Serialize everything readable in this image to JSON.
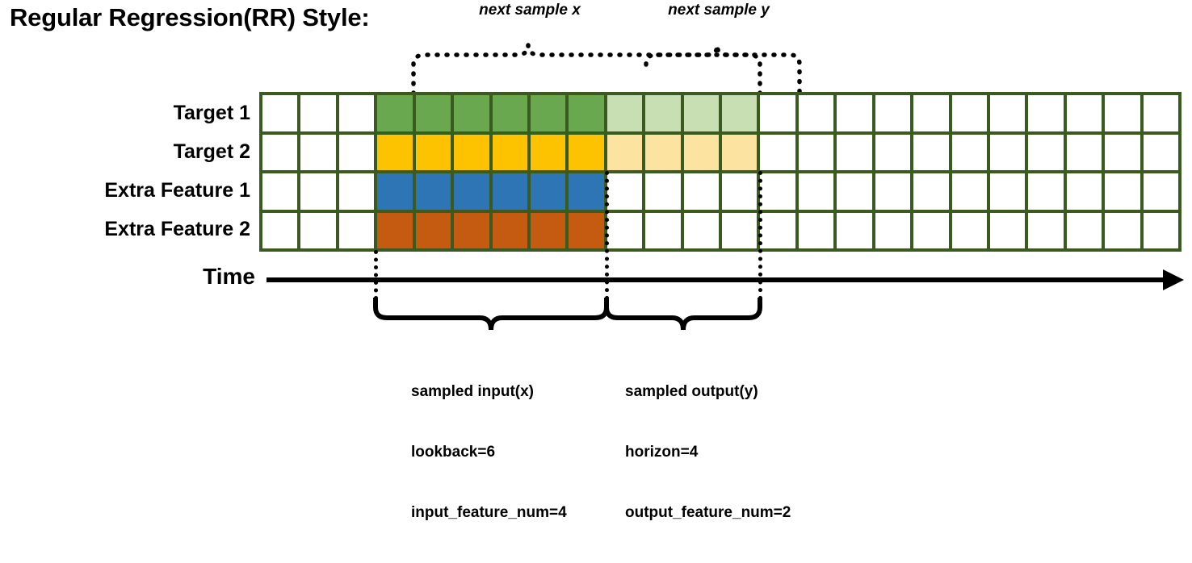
{
  "title": "Regular Regression(RR) Style:",
  "top_annotations": {
    "next_sample_x": "next sample x",
    "next_sample_y": "next sample y"
  },
  "rows": [
    {
      "label": "Target 1",
      "color": "#6aa84f",
      "light_color": "#c7dfb3"
    },
    {
      "label": "Target 2",
      "color": "#fdc300",
      "light_color": "#fde3a0"
    },
    {
      "label": "Extra Feature 1",
      "color": "#2e75b6",
      "light_color": null
    },
    {
      "label": "Extra Feature 2",
      "color": "#c55a11",
      "light_color": null
    }
  ],
  "axis": {
    "label": "Time",
    "direction": "right"
  },
  "captions": {
    "input": {
      "line1": "sampled input(x)",
      "line2": "lookback=6",
      "line3": "input_feature_num=4"
    },
    "output": {
      "line1": "sampled output(y)",
      "line2": "horizon=4",
      "line3": "output_feature_num=2"
    }
  },
  "chart_data": {
    "type": "heatmap",
    "title": "Regular Regression(RR) Style:",
    "description": "Timeline grid of 24 time steps by 4 feature rows showing a 6-step sampled input window followed by a 4-step sampled output window.",
    "total_columns": 24,
    "row_names": [
      "Target 1",
      "Target 2",
      "Extra Feature 1",
      "Extra Feature 2"
    ],
    "lookback": 6,
    "horizon": 4,
    "input_feature_num": 4,
    "output_feature_num": 2,
    "input_start_column": 4,
    "input_end_column": 9,
    "output_start_column": 10,
    "output_end_column": 13,
    "cell_fill": [
      [
        "empty",
        "empty",
        "empty",
        "input",
        "input",
        "input",
        "input",
        "input",
        "input",
        "output",
        "output",
        "output",
        "output",
        "empty",
        "empty",
        "empty",
        "empty",
        "empty",
        "empty",
        "empty",
        "empty",
        "empty",
        "empty",
        "empty"
      ],
      [
        "empty",
        "empty",
        "empty",
        "input",
        "input",
        "input",
        "input",
        "input",
        "input",
        "output",
        "output",
        "output",
        "output",
        "empty",
        "empty",
        "empty",
        "empty",
        "empty",
        "empty",
        "empty",
        "empty",
        "empty",
        "empty",
        "empty"
      ],
      [
        "empty",
        "empty",
        "empty",
        "input",
        "input",
        "input",
        "input",
        "input",
        "input",
        "empty",
        "empty",
        "empty",
        "empty",
        "empty",
        "empty",
        "empty",
        "empty",
        "empty",
        "empty",
        "empty",
        "empty",
        "empty",
        "empty",
        "empty"
      ],
      [
        "empty",
        "empty",
        "empty",
        "input",
        "input",
        "input",
        "input",
        "input",
        "input",
        "empty",
        "empty",
        "empty",
        "empty",
        "empty",
        "empty",
        "empty",
        "empty",
        "empty",
        "empty",
        "empty",
        "empty",
        "empty",
        "empty",
        "empty"
      ]
    ],
    "colors": {
      "grid_border": "#3a5a1f",
      "target1": "#6aa84f",
      "target2": "#fdc300",
      "extra1": "#2e75b6",
      "extra2": "#c55a11",
      "target1_light": "#c7dfb3",
      "target2_light": "#fde3a0",
      "empty": "#ffffff"
    }
  }
}
